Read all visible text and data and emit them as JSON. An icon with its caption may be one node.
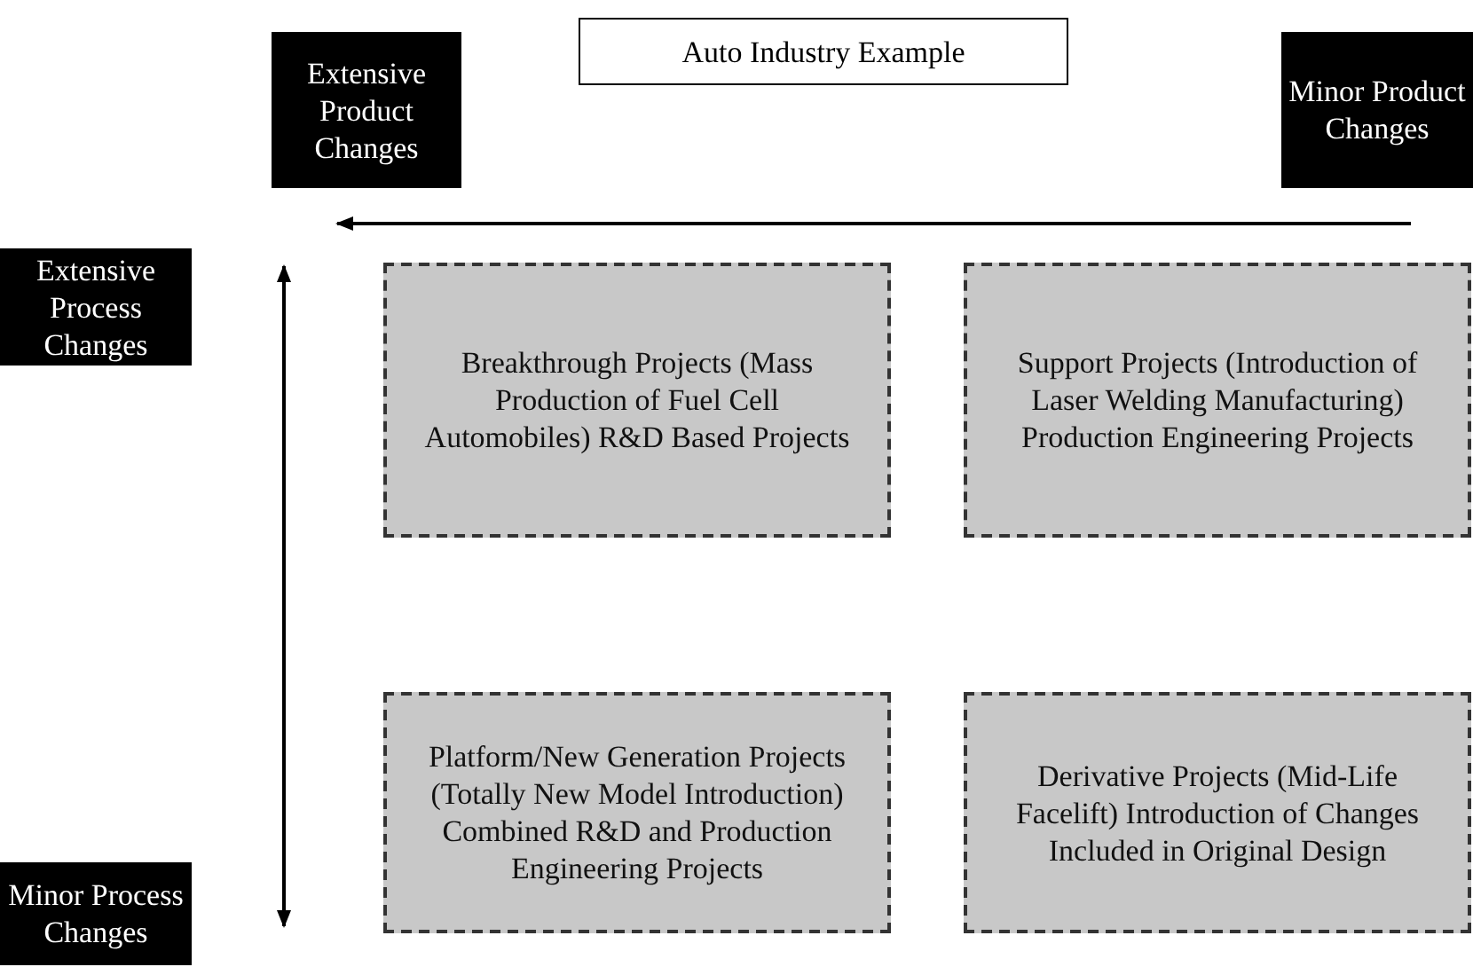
{
  "diagram": {
    "nodes": [
      {
        "text": [
          "Auto Industry Example"
        ]
      },
      {
        "text": [
          "Extensive Product Changes"
        ]
      },
      {
        "text": [
          "Minor Product Changes"
        ]
      },
      {
        "text": [
          "Extensive Process Changes"
        ]
      },
      {
        "text": [
          "Minor Process Changes"
        ]
      },
      {
        "text": [
          "Breakthrough Projects (Mass Production of Fuel Cell Automobiles) R&D Based Projects"
        ]
      },
      {
        "text": [
          "Support Projects (Introduction of Laser Welding Manufacturing) Production Engineering Projects"
        ]
      },
      {
        "text": [
          "Platform/New Generation Projects (Totally New Model Introduction) Combined R&D and Production Engineering Projects"
        ]
      },
      {
        "text": [
          "Derivative Projects (Mid-Life Facelift) Introduction of Changes Included in Original Design"
        ]
      }
    ],
    "edges": []
  }
}
